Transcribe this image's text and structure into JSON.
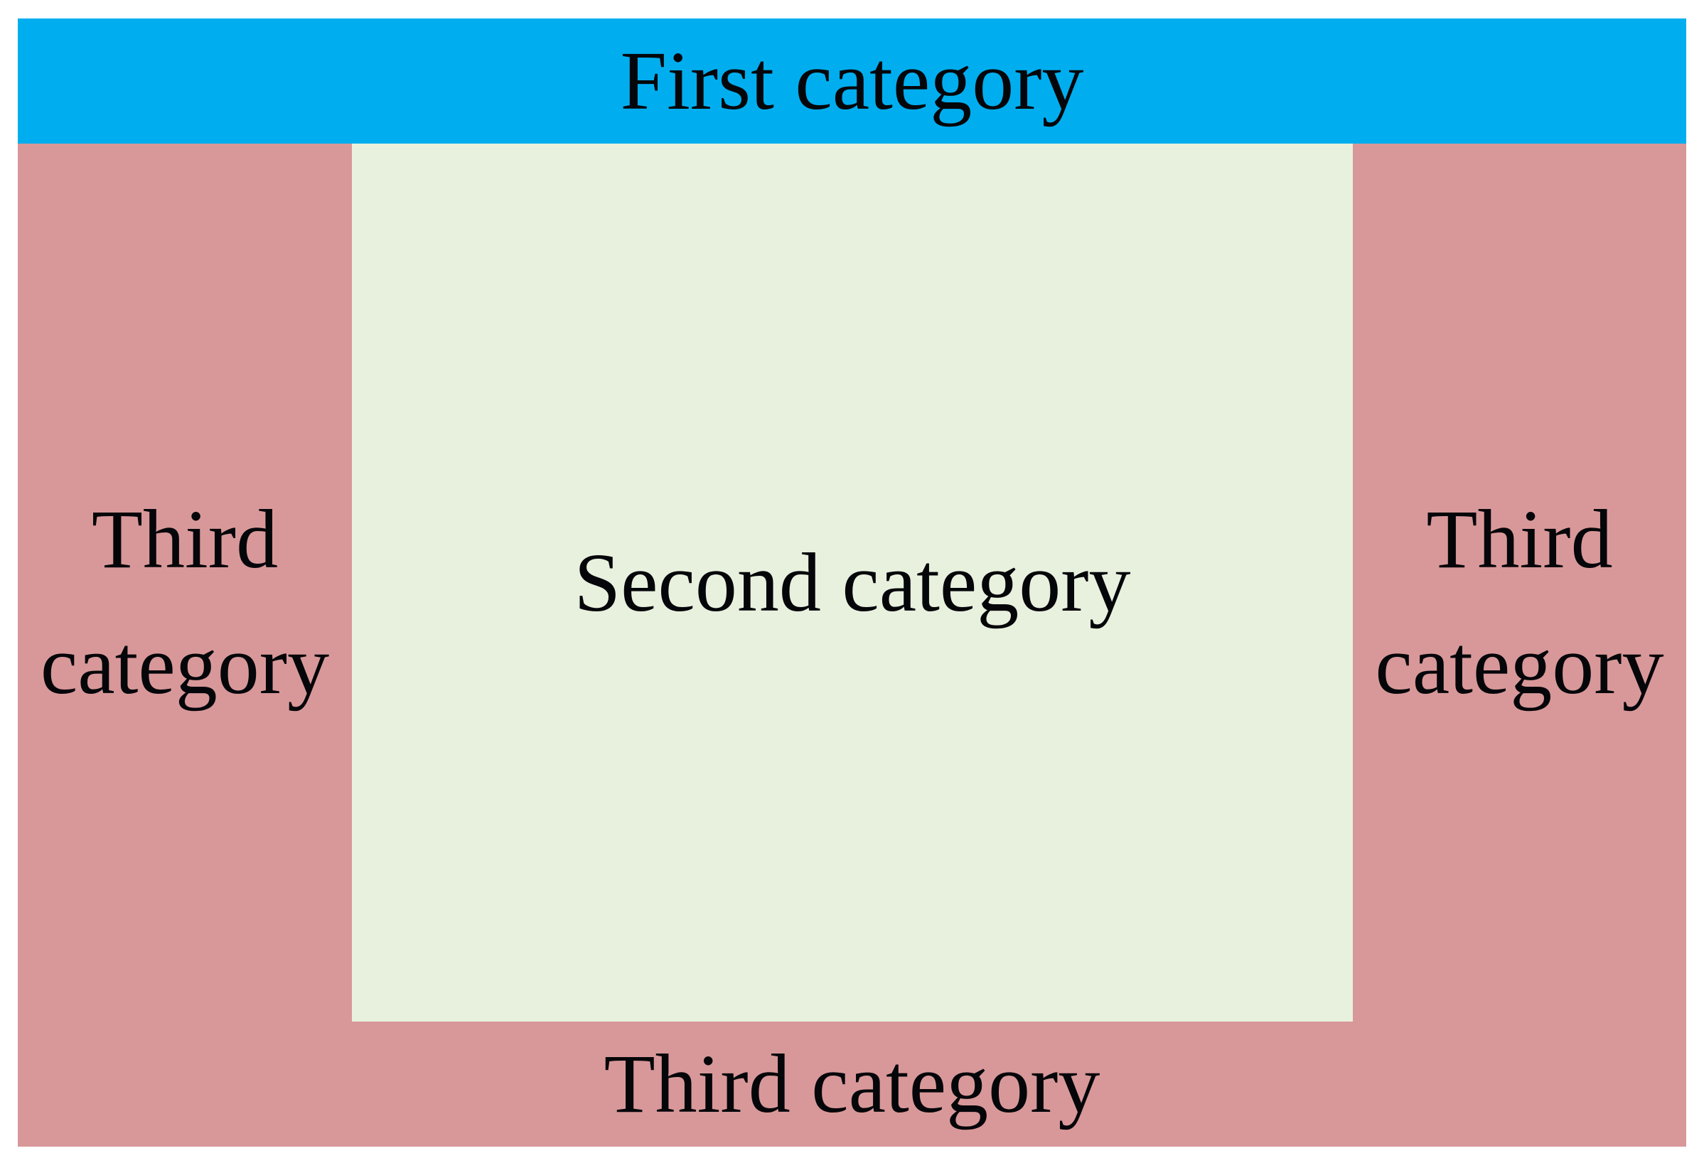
{
  "diagram": {
    "page_background": "#ffffff",
    "text_color": "#05060a",
    "first_category": {
      "label": "First category",
      "color": "#00aeef"
    },
    "second_category": {
      "label": "Second category",
      "color": "#e8f1de"
    },
    "third_category": {
      "label": "Third category",
      "side_label_line1": "Third",
      "side_label_line2": "category",
      "color": "#d89899"
    }
  }
}
